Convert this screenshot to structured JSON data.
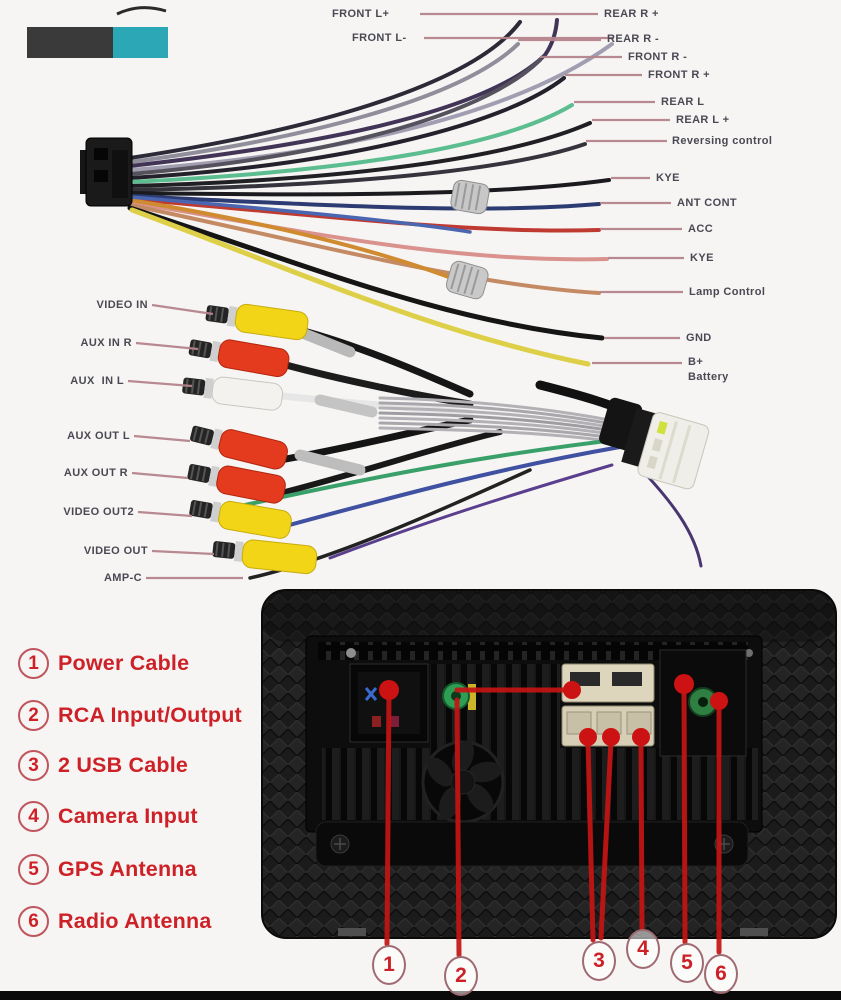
{
  "harness": {
    "left_labels": [
      {
        "text": "FRONT L+"
      },
      {
        "text": "FRONT L-"
      }
    ],
    "right_labels": [
      {
        "text": "REAR R +"
      },
      {
        "text": "REAR R -"
      },
      {
        "text": "FRONT R -"
      },
      {
        "text": "FRONT R +"
      },
      {
        "text": "REAR L"
      },
      {
        "text": "REAR L +"
      },
      {
        "text": "Reversing control"
      },
      {
        "text": "KYE"
      },
      {
        "text": "ANT CONT"
      },
      {
        "text": "ACC"
      },
      {
        "text": "KYE"
      },
      {
        "text": "Lamp Control"
      },
      {
        "text": "GND"
      },
      {
        "text": "B+"
      },
      {
        "text": "Battery"
      }
    ],
    "rca_labels": [
      {
        "text": "VIDEO IN"
      },
      {
        "text": "AUX IN R"
      },
      {
        "text": "AUX  IN L"
      },
      {
        "text": "AUX OUT L"
      },
      {
        "text": "AUX OUT R"
      },
      {
        "text": "VIDEO OUT2"
      },
      {
        "text": "VIDEO OUT"
      },
      {
        "text": "AMP-C"
      }
    ]
  },
  "legend": {
    "items": [
      {
        "num": "1",
        "label": "Power Cable"
      },
      {
        "num": "2",
        "label": "RCA Input/Output"
      },
      {
        "num": "3",
        "label": "2 USB Cable"
      },
      {
        "num": "4",
        "label": "Camera Input"
      },
      {
        "num": "5",
        "label": "GPS Antenna"
      },
      {
        "num": "6",
        "label": "Radio Antenna"
      }
    ]
  },
  "callouts": [
    {
      "num": "1"
    },
    {
      "num": "2"
    },
    {
      "num": "3"
    },
    {
      "num": "4"
    },
    {
      "num": "5"
    },
    {
      "num": "6"
    }
  ],
  "colors": {
    "legend_red": "#ce2127",
    "callout_red": "#c51414",
    "leader_pink": "#b5848c",
    "banner_dark": "#3a3a3a",
    "banner_teal": "#2ba7b5",
    "label_text": "#4a4953",
    "rca_yellow": "#f2d517",
    "rca_red": "#e43a1e",
    "rca_white": "#f4f2ee",
    "wire_green": "#5cbd90",
    "wire_yellow": "#ddcf48",
    "antenna_green": "#2f7e42"
  }
}
